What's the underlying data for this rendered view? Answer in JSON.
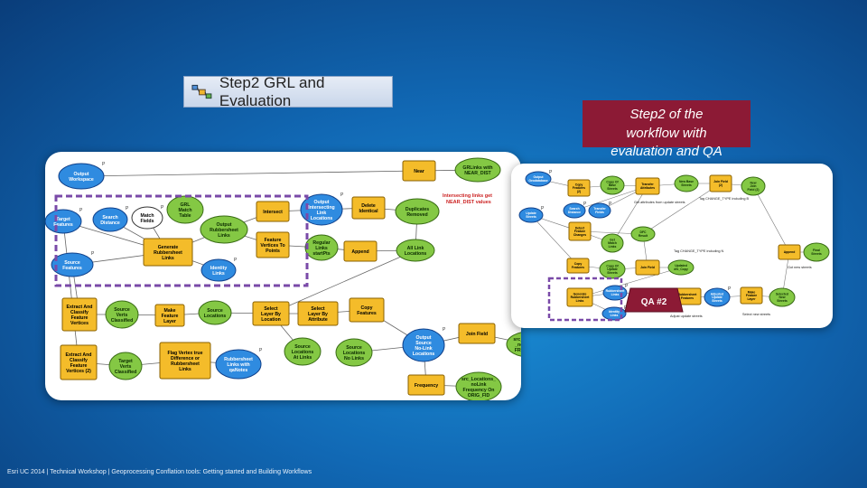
{
  "title_strip": {
    "label": "Step2 GRL and Evaluation"
  },
  "callout": {
    "line1": "Step2 of the",
    "line2": "workflow with",
    "line3": "evaluation and QA"
  },
  "qa_badge": "QA #2",
  "footer": "Esri UC 2014 | Technical Workshop |   Geoprocessing Conflation tools: Getting started and Building Workflows",
  "model1": {
    "nodes": [
      {
        "id": "output_workspace",
        "text": "Output\nWorkspace",
        "kind": "var"
      },
      {
        "id": "target_features",
        "text": "Target\nFeatures",
        "kind": "var"
      },
      {
        "id": "source_features",
        "text": "Source\nFeatures",
        "kind": "var"
      },
      {
        "id": "search_distance",
        "text": "Search\nDistance",
        "kind": "var"
      },
      {
        "id": "match_fields",
        "text": "Match\nFields",
        "kind": "white"
      },
      {
        "id": "grl_match_table",
        "text": "GRL\nMatch\nTable",
        "kind": "data"
      },
      {
        "id": "output_rubbersheet_links",
        "text": "Output\nRubbersheet\nLinks",
        "kind": "data"
      },
      {
        "id": "generate_rubbersheet_links",
        "text": "Generate\nRubbersheet\nLinks",
        "kind": "tool"
      },
      {
        "id": "identity_links",
        "text": "Identity\nLinks",
        "kind": "var"
      },
      {
        "id": "intersect",
        "text": "Intersect",
        "kind": "tool"
      },
      {
        "id": "feature_vertices_to_points",
        "text": "Feature\nVertices To\nPoints",
        "kind": "tool"
      },
      {
        "id": "output_intersecting_link_locations",
        "text": "Output\nIntersecting\nLink\nLocations",
        "kind": "var"
      },
      {
        "id": "regular_links_startpts",
        "text": "Regular\nLinks\nstartPts",
        "kind": "data"
      },
      {
        "id": "delete_identical",
        "text": "Delete\nIdentical",
        "kind": "tool"
      },
      {
        "id": "append",
        "text": "Append",
        "kind": "tool"
      },
      {
        "id": "duplicates_removed",
        "text": "Duplicates\nRemoved",
        "kind": "data"
      },
      {
        "id": "all_link_locations",
        "text": "All Link\nLocations",
        "kind": "data"
      },
      {
        "id": "near",
        "text": "Near",
        "kind": "tool"
      },
      {
        "id": "grllinks_near",
        "text": "GRLinks with\nNEAR_DIST",
        "kind": "data"
      },
      {
        "id": "extract_classify_vertices",
        "text": "Extract And\nClassify\nFeature\nVertices",
        "kind": "tool"
      },
      {
        "id": "source_verts_classified",
        "text": "Source\nVerts\nClassified",
        "kind": "data"
      },
      {
        "id": "make_feature_layer",
        "text": "Make\nFeature\nLayer",
        "kind": "tool"
      },
      {
        "id": "source_locations",
        "text": "Source\nLocations",
        "kind": "data"
      },
      {
        "id": "select_layer_by_location",
        "text": "Select\nLayer By\nLocation",
        "kind": "tool"
      },
      {
        "id": "select_layer_by_attribute",
        "text": "Select\nLayer By\nAttribute",
        "kind": "tool"
      },
      {
        "id": "copy_features",
        "text": "Copy\nFeatures",
        "kind": "tool"
      },
      {
        "id": "source_locations_at_links",
        "text": "Source\nLocations\nAt Links",
        "kind": "data"
      },
      {
        "id": "source_locations_no_links",
        "text": "Source\nLocations\nNo Links",
        "kind": "data"
      },
      {
        "id": "output_source_nolink_locations",
        "text": "Output\nSource\nNo-Link\nLocations",
        "kind": "var"
      },
      {
        "id": "join_field",
        "text": "Join Field",
        "kind": "tool"
      },
      {
        "id": "src_locations_frequency",
        "text": "src_Locations\n_noLink with\nFREQUENCY",
        "kind": "data"
      },
      {
        "id": "extract_classify_vertices_2",
        "text": "Extract And\nClassify\nFeature\nVertices (2)",
        "kind": "tool"
      },
      {
        "id": "target_verts_classified",
        "text": "Target\nVerts\nClassified",
        "kind": "data"
      },
      {
        "id": "flag_vertex_true_difference",
        "text": "Flag Vertex true\nDifference or\nRubbersheet\nLinks",
        "kind": "tool"
      },
      {
        "id": "rubbersheet_links_qanotes",
        "text": "Rubbersheet\nLinks with\nqaNotes",
        "kind": "var"
      },
      {
        "id": "frequency",
        "text": "Frequency",
        "kind": "tool"
      },
      {
        "id": "src_locations_frequency_on_orig",
        "text": "src_Locations_\nnoLink\nFrequency On\nORIG_FID",
        "kind": "data"
      }
    ],
    "annotations": [
      "Intersecting links get",
      "NEAR_DIST values"
    ]
  },
  "model2": {
    "nodes": [
      {
        "id": "output_geodatabase",
        "text": "Output\nGeodatabase"
      },
      {
        "id": "copy_features_2",
        "text": "Copy\nFeatures\n(2)"
      },
      {
        "id": "copy_of_base_streets",
        "text": "Copy Of\nBase\nStreets"
      },
      {
        "id": "transfer_attributes",
        "text": "Transfer\nAttributes"
      },
      {
        "id": "new_base_streets",
        "text": "New Base\nStreets"
      },
      {
        "id": "join_field_2",
        "text": "Join Field\n(2)"
      },
      {
        "id": "new_join_field_2",
        "text": "New\nJoin\nField (2)"
      },
      {
        "id": "update_streets",
        "text": "Update\nStreets"
      },
      {
        "id": "search_distance_2",
        "text": "Search\nDistance"
      },
      {
        "id": "transfer_fields",
        "text": "Transfer\nFields"
      },
      {
        "id": "detect_feature_changes",
        "text": "Detect\nFeature\nChanges"
      },
      {
        "id": "get_match_links",
        "text": "Get\nMatch\nLinks"
      },
      {
        "id": "dfc_result",
        "text": "DFC\nResult"
      },
      {
        "id": "copy_features_3",
        "text": "Copy\nFeatures"
      },
      {
        "id": "copy_of_update_streets",
        "text": "Copy Of\nUpdate\nStreets"
      },
      {
        "id": "join_field_3",
        "text": "Join Field"
      },
      {
        "id": "updated_dfc_copy",
        "text": "Updated\ndfc_Copy"
      },
      {
        "id": "append_2",
        "text": "Append"
      },
      {
        "id": "final_streets",
        "text": "Final\nStreets"
      },
      {
        "id": "generate_rubbersheet_links_2",
        "text": "Generate\nRubbersheet\nLinks"
      },
      {
        "id": "rubbersheet_links_2",
        "text": "Rubbersheet\nLinks"
      },
      {
        "id": "identity_links_2",
        "text": "Identity\nLinks"
      },
      {
        "id": "rubbersheet_features",
        "text": "Rubbersheet\nFeatures"
      },
      {
        "id": "adjusted_update_streets",
        "text": "Adjusted\nUpdate\nStreets"
      },
      {
        "id": "make_feature_layer_2",
        "text": "Make\nFeature\nLayer"
      },
      {
        "id": "selected_new_streets",
        "text": "Selected\nNew\nStreets"
      }
    ],
    "annotations": [
      "Get attributes from update streets",
      "Tag CHANGE_TYPE including B",
      "Tag CHANGE_TYPE including N",
      "Adjust update streets",
      "Select new streets",
      "Got new streets"
    ]
  }
}
